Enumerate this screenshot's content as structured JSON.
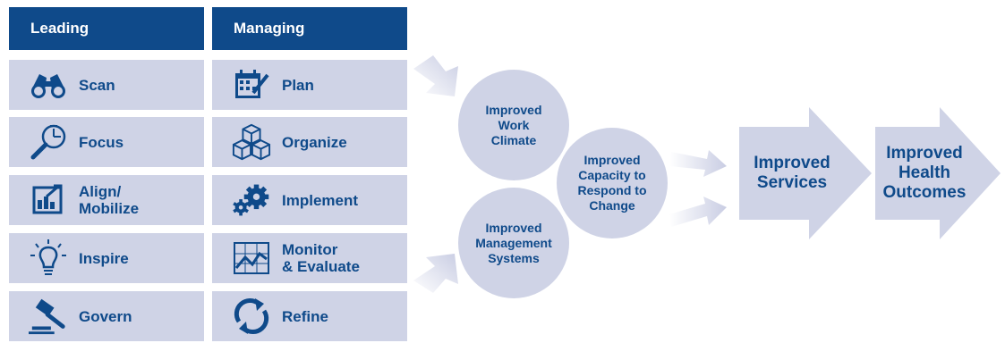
{
  "headers": {
    "leading": "Leading",
    "managing": "Managing"
  },
  "leading": [
    {
      "label": "Scan",
      "icon": "binoculars-icon"
    },
    {
      "label": "Focus",
      "icon": "magnifier-icon"
    },
    {
      "label": "Align/\nMobilize",
      "icon": "align-chart-icon"
    },
    {
      "label": "Inspire",
      "icon": "lightbulb-icon"
    },
    {
      "label": "Govern",
      "icon": "gavel-icon"
    }
  ],
  "managing": [
    {
      "label": "Plan",
      "icon": "calendar-icon"
    },
    {
      "label": "Organize",
      "icon": "cubes-icon"
    },
    {
      "label": "Implement",
      "icon": "gears-icon"
    },
    {
      "label": "Monitor\n& Evaluate",
      "icon": "line-chart-icon"
    },
    {
      "label": "Refine",
      "icon": "refresh-arrows-icon"
    }
  ],
  "outcomes": {
    "work_climate": "Improved\nWork\nClimate",
    "management_systems": "Improved\nManagement\nSystems",
    "capacity": "Improved\nCapacity to\nRespond to\nChange",
    "services": "Improved\nServices",
    "health": "Improved\nHealth\nOutcomes"
  },
  "colors": {
    "header": "#0f4a8a",
    "cell": "#cfd3e6",
    "text": "#0f4a8a",
    "arrow": "#d3d6e8"
  }
}
